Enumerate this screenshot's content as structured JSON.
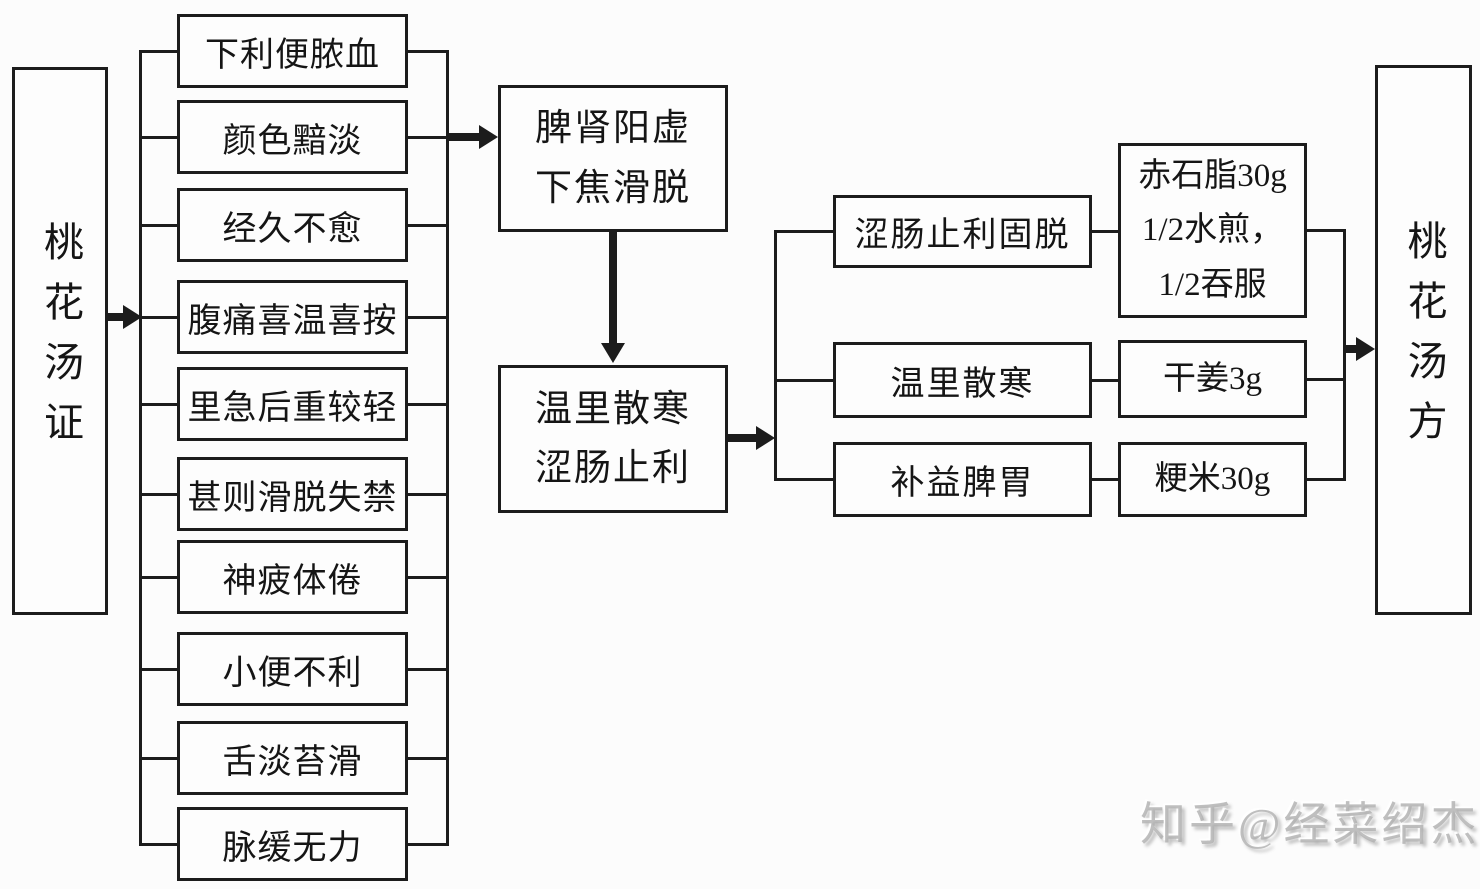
{
  "diagram": {
    "left_node": {
      "label": "桃花汤证"
    },
    "right_node": {
      "label": "桃花汤方"
    },
    "symptoms": [
      "下利便脓血",
      "颜色黯淡",
      "经久不愈",
      "腹痛喜温喜按",
      "里急后重较轻",
      "甚则滑脱失禁",
      "神疲体倦",
      "小便不利",
      "舌淡苔滑",
      "脉缓无力"
    ],
    "pathogenesis": {
      "line1": "脾肾阳虚",
      "line2": "下焦滑脱"
    },
    "treatment": {
      "line1": "温里散寒",
      "line2": "涩肠止利"
    },
    "methods": [
      {
        "label": "涩肠止利固脱",
        "herb_lines": [
          "赤石脂30g",
          "1/2水煎，",
          "1/2吞服"
        ]
      },
      {
        "label": "温里散寒",
        "herb_lines": [
          "干姜3g"
        ]
      },
      {
        "label": "补益脾胃",
        "herb_lines": [
          "粳米30g"
        ]
      }
    ],
    "colors": {
      "line": "#1c1c1c",
      "background": "#fcfcfc",
      "box_background": "#fdfdfd"
    }
  },
  "watermark": {
    "text": "知乎@经菜绍杰"
  }
}
